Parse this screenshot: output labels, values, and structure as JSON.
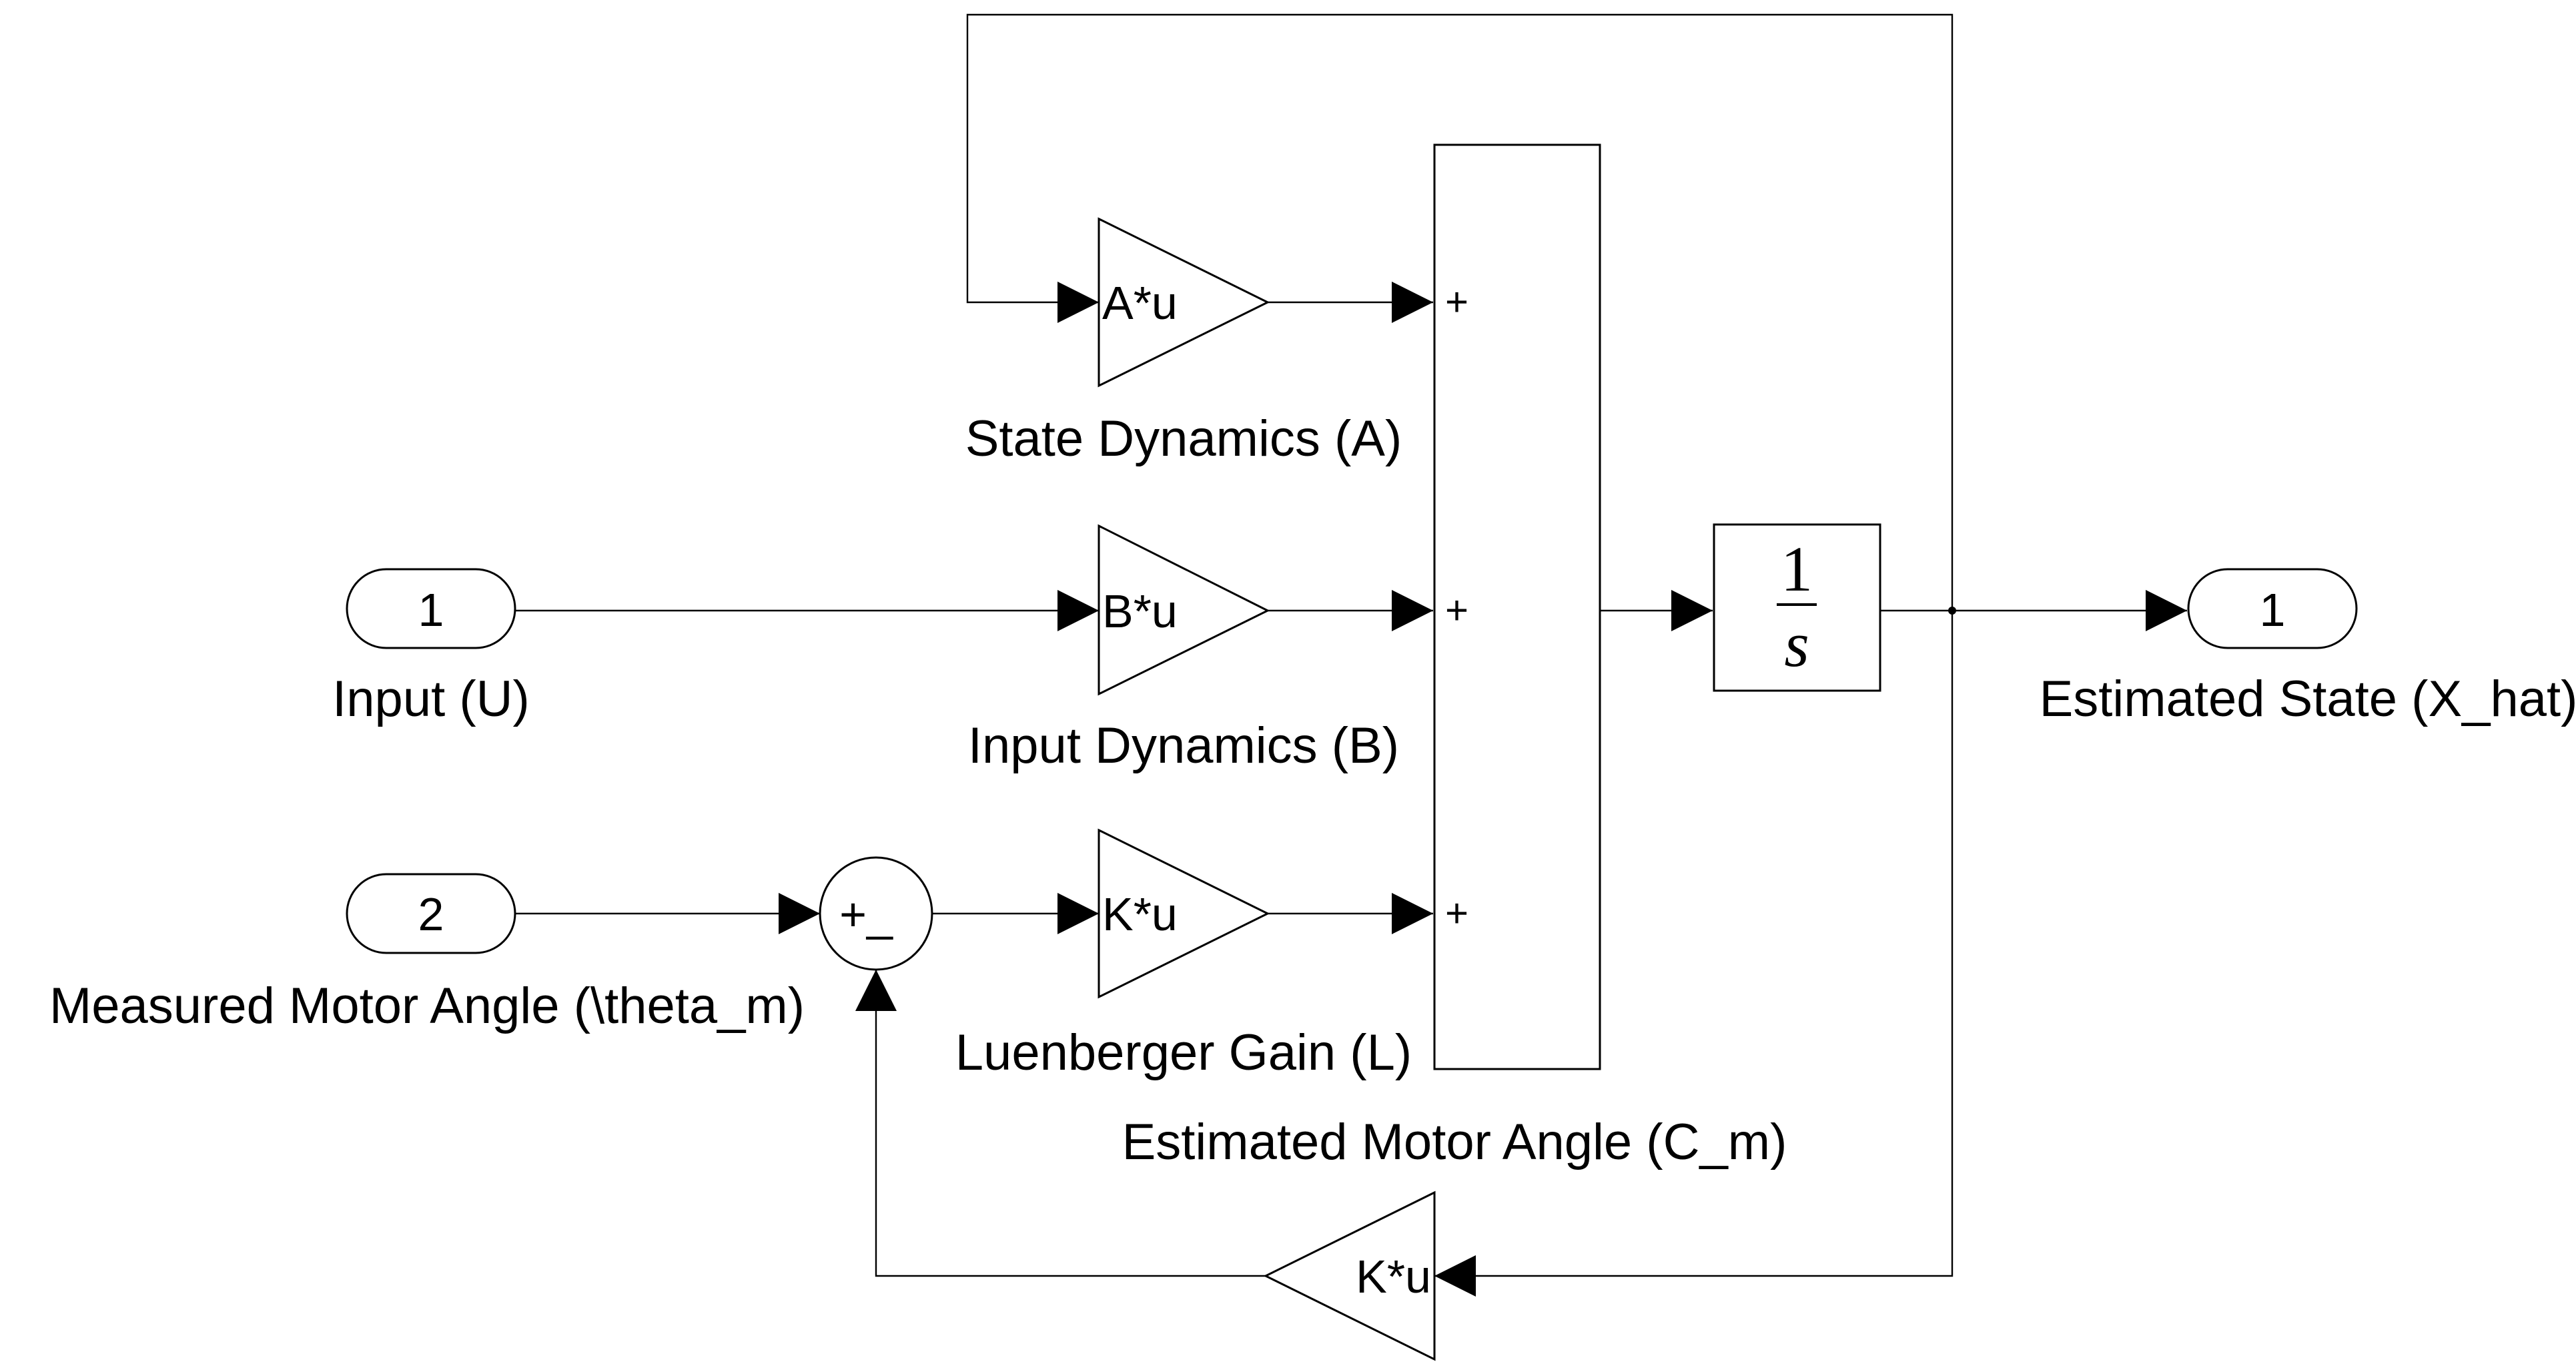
{
  "inports": [
    {
      "number": "1",
      "label": "Input (U)"
    },
    {
      "number": "2",
      "label": "Measured Motor Angle (\\theta_m)"
    }
  ],
  "outport": {
    "number": "1",
    "label": "Estimated State (X_hat)"
  },
  "gains": {
    "state": {
      "text": "A*u",
      "label": "State Dynamics (A)"
    },
    "input": {
      "text": "B*u",
      "label": "Input Dynamics (B)"
    },
    "luenberger": {
      "text": "K*u",
      "label": "Luenberger Gain (L)"
    },
    "output": {
      "text": "K*u",
      "label": "Estimated Motor Angle (C_m)"
    }
  },
  "sum3": {
    "signs": [
      "+",
      "+",
      "+"
    ]
  },
  "error_sum": {
    "signs": "+_"
  },
  "integrator": {
    "numerator": "1",
    "denominator": "s"
  }
}
